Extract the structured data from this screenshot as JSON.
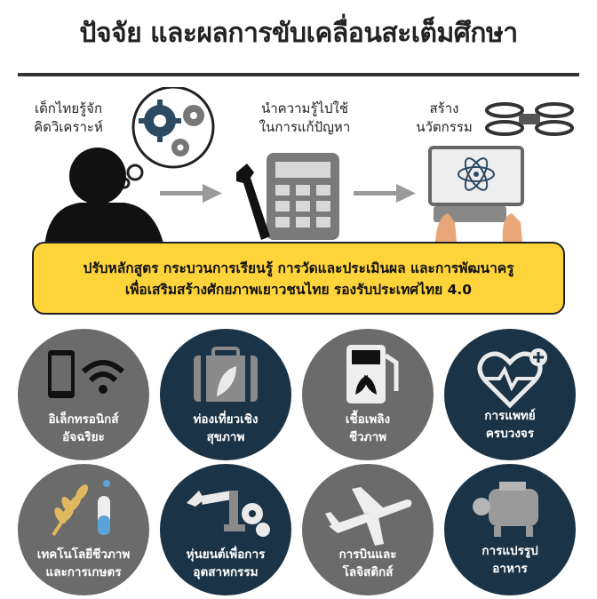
{
  "title": "ปัจจัย และผลการขับเคลื่อนสะเต็มศึกษา",
  "steps": [
    {
      "line1": "เด็กไทยรู้จัก",
      "line2": "คิดวิเคราะห์"
    },
    {
      "line1": "นำความรู้ไปใช้",
      "line2": "ในการแก้ปัญหา"
    },
    {
      "line1": "สร้าง",
      "line2": "นวัตกรรม"
    }
  ],
  "banner": {
    "line1": "ปรับหลักสูตร กระบวนการเรียนรู้ การวัดและประเมินผล และการพัฒนาครู",
    "line2": "เพื่อเสริมสร้างศักยภาพเยาวชนไทย รองรับประเทศไทย 4.0"
  },
  "industries": [
    {
      "line1": "อิเล็กทรอนิกส์",
      "line2": "อัจฉริยะ",
      "icon": "smartphone-wifi-icon"
    },
    {
      "line1": "ท่องเที่ยวเชิง",
      "line2": "สุขภาพ",
      "icon": "suitcase-leaf-icon"
    },
    {
      "line1": "เชื้อเพลิง",
      "line2": "ชีวภาพ",
      "icon": "fuel-pump-leaf-icon"
    },
    {
      "line1": "การแพทย์",
      "line2": "ครบวงจร",
      "icon": "heart-pulse-icon"
    },
    {
      "line1": "เทคโนโลยีชีวภาพ",
      "line2": "และการเกษตร",
      "icon": "wheat-testtube-icon"
    },
    {
      "line1": "หุ่นยนต์เพื่อการ",
      "line2": "อุตสาหกรรม",
      "icon": "robot-arm-gear-icon"
    },
    {
      "line1": "การบินและ",
      "line2": "โลจิสติกส์",
      "icon": "airplane-icon"
    },
    {
      "line1": "การแปรรูป",
      "line2": "อาหาร",
      "icon": "food-machine-icon"
    }
  ],
  "colors": {
    "banner": "#ffd43b",
    "circle_dark": "#1a3346",
    "circle_light": "#6b6b6b"
  }
}
